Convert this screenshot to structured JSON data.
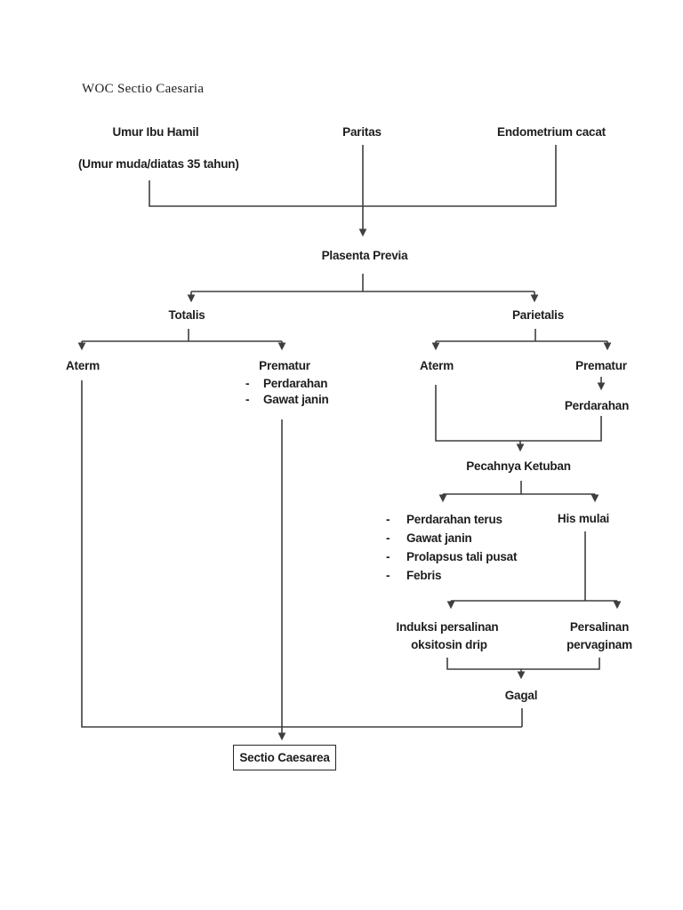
{
  "page": {
    "title": "WOC Sectio Caesaria"
  },
  "bullet": "-",
  "colors": {
    "background": "#ffffff",
    "line": "#3f3f3f",
    "text": "#1d1d1d"
  },
  "nodes": {
    "umur_ibu_hamil": {
      "label": "Umur Ibu Hamil",
      "sub": "(Umur muda/diatas 35 tahun)"
    },
    "paritas": {
      "label": "Paritas"
    },
    "endometrium_cacat": {
      "label": "Endometrium cacat"
    },
    "plasenta_previa": {
      "label": "Plasenta Previa"
    },
    "totalis": {
      "label": "Totalis"
    },
    "parietalis": {
      "label": "Parietalis"
    },
    "aterm_totalis": {
      "label": "Aterm"
    },
    "prematur_totalis": {
      "label": "Prematur",
      "items": [
        "Perdarahan",
        "Gawat janin"
      ]
    },
    "aterm_parietalis": {
      "label": "Aterm"
    },
    "prematur_parietalis": {
      "label": "Prematur"
    },
    "perdarahan_parietalis": {
      "label": "Perdarahan"
    },
    "pecahnya_ketuban": {
      "label": "Pecahnya Ketuban",
      "items": [
        "Perdarahan terus",
        "Gawat janin",
        "Prolapsus tali pusat",
        "Febris"
      ]
    },
    "his_mulai": {
      "label": "His mulai"
    },
    "induksi_persalinan": {
      "line1": "Induksi persalinan",
      "line2": "oksitosin drip"
    },
    "persalinan_pervaginam": {
      "line1": "Persalinan",
      "line2": "pervaginam"
    },
    "gagal": {
      "label": "Gagal"
    },
    "sectio_caesarea": {
      "label": "Sectio Caesarea"
    }
  }
}
